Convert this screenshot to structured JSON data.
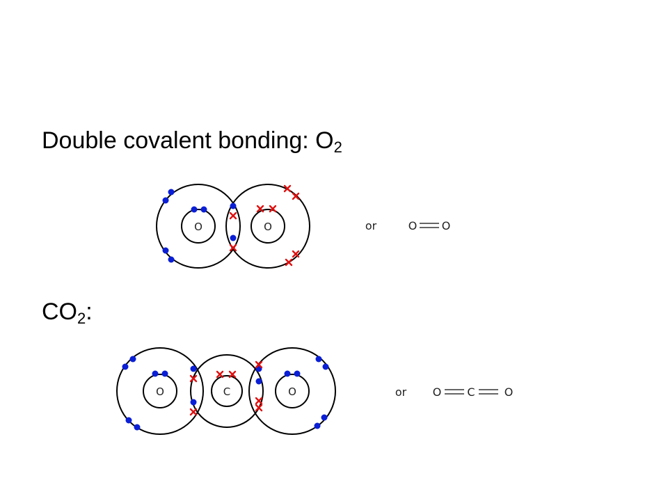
{
  "slide": {
    "o2_heading": {
      "text": "Double covalent bonding: O",
      "subscript": "2"
    },
    "co2_heading": {
      "text": "CO",
      "subscript": "2",
      "suffix": ":"
    }
  },
  "o2_diagram": {
    "atoms": [
      "O",
      "O"
    ],
    "or_label": "or",
    "formula_atoms": [
      "O",
      "O"
    ]
  },
  "co2_diagram": {
    "atoms": [
      "O",
      "C",
      "O"
    ],
    "or_label": "or",
    "formula_atoms": [
      "O",
      "C",
      "O"
    ]
  },
  "colors": {
    "electron_dot": "#0a1fd6",
    "electron_cross": "#e01010",
    "shell": "#000000"
  }
}
